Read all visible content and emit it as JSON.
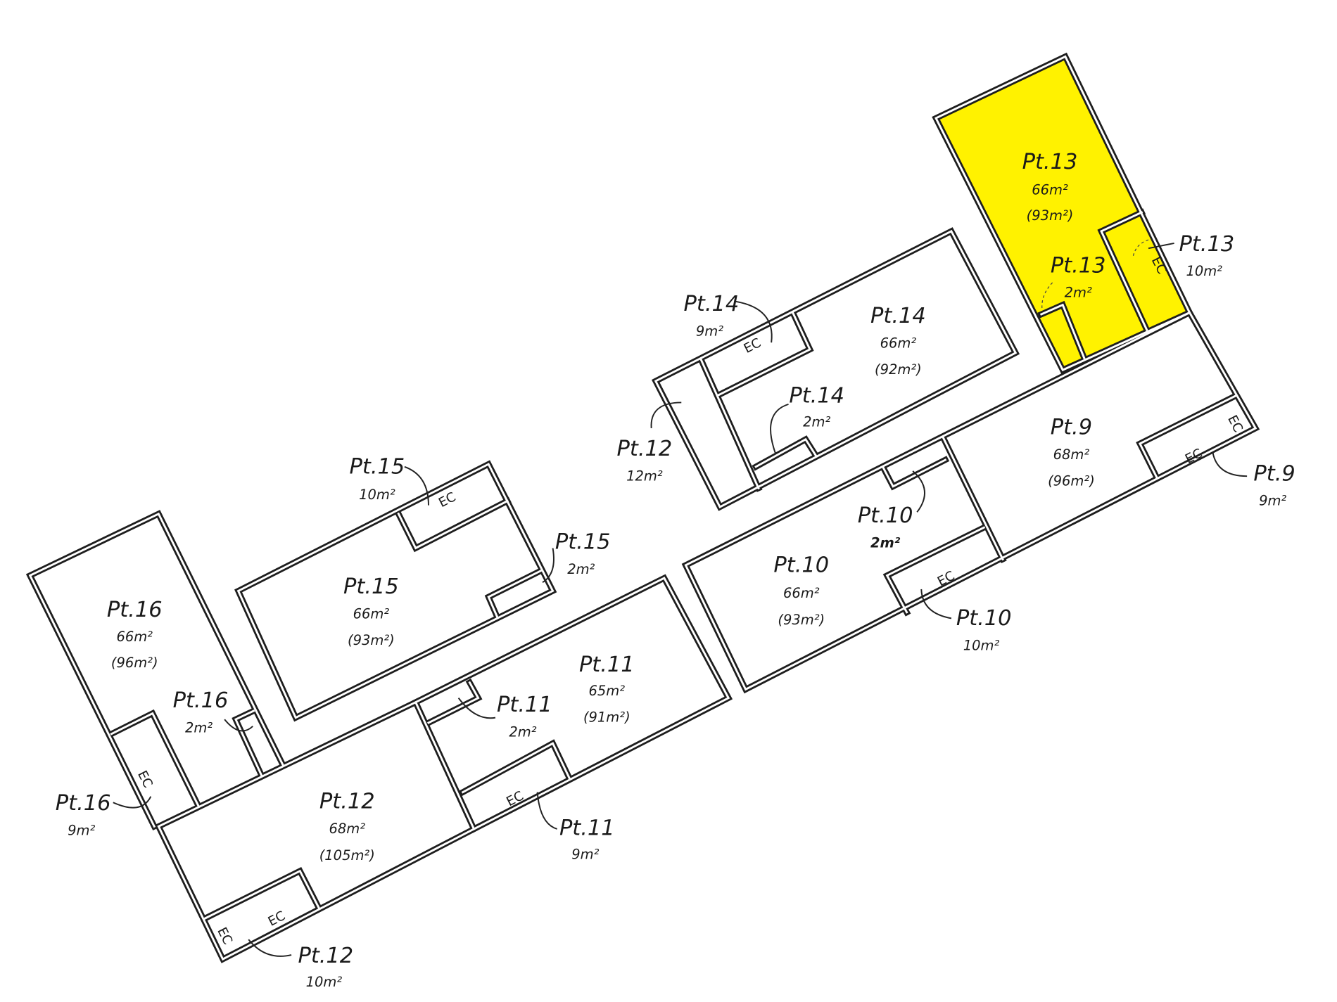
{
  "highlight_color": "#FFF200",
  "highlighted_unit": "Pt.13",
  "labels": {
    "pt13_main": {
      "name": "Pt.13",
      "area": "66m²",
      "gross": "(93m²)"
    },
    "pt13_closet": {
      "name": "Pt.13",
      "area": "2m²"
    },
    "pt13_ec": {
      "name": "Pt.13",
      "area": "10m²"
    },
    "pt14_ec": {
      "name": "Pt.14",
      "area": "9m²"
    },
    "pt14_main": {
      "name": "Pt.14",
      "area": "66m²",
      "gross": "(92m²)"
    },
    "pt14_closet": {
      "name": "Pt.14",
      "area": "2m²"
    },
    "pt12_strip": {
      "name": "Pt.12",
      "area": "12m²"
    },
    "pt9_main": {
      "name": "Pt.9",
      "area": "68m²",
      "gross": "(96m²)"
    },
    "pt9_ec": {
      "name": "Pt.9",
      "area": "9m²"
    },
    "pt10_closet": {
      "name": "Pt.10",
      "area": "2m²"
    },
    "pt10_main": {
      "name": "Pt.10",
      "area": "66m²",
      "gross": "(93m²)"
    },
    "pt10_ec": {
      "name": "Pt.10",
      "area": "10m²"
    },
    "pt15_ec": {
      "name": "Pt.15",
      "area": "10m²"
    },
    "pt15_closet": {
      "name": "Pt.15",
      "area": "2m²"
    },
    "pt15_main": {
      "name": "Pt.15",
      "area": "66m²",
      "gross": "(93m²)"
    },
    "pt16_main": {
      "name": "Pt.16",
      "area": "66m²",
      "gross": "(96m²)"
    },
    "pt16_closet": {
      "name": "Pt.16",
      "area": "2m²"
    },
    "pt16_ec": {
      "name": "Pt.16",
      "area": "9m²"
    },
    "pt11_main": {
      "name": "Pt.11",
      "area": "65m²",
      "gross": "(91m²)"
    },
    "pt11_closet": {
      "name": "Pt.11",
      "area": "2m²"
    },
    "pt11_ec": {
      "name": "Pt.11",
      "area": "9m²"
    },
    "pt12_main": {
      "name": "Pt.12",
      "area": "68m²",
      "gross": "(105m²)"
    },
    "pt12_ec": {
      "name": "Pt.12",
      "area": "10m²"
    }
  },
  "ec_label": "EC"
}
